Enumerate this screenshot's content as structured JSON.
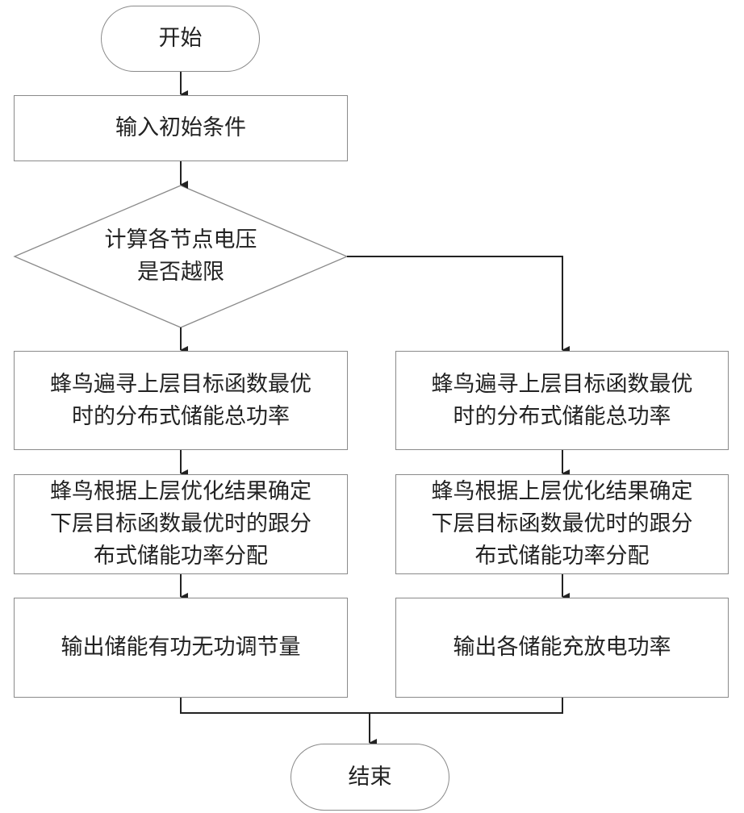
{
  "flowchart": {
    "start": {
      "label": "开始"
    },
    "input": {
      "label": "输入初始条件"
    },
    "decision": {
      "lines": [
        "计算各节点电压",
        "是否越限"
      ]
    },
    "left_branch": {
      "step1": {
        "lines": [
          "蜂鸟遍寻上层目标函数最优",
          "时的分布式储能总功率"
        ]
      },
      "step2": {
        "lines": [
          "蜂鸟根据上层优化结果确定",
          "下层目标函数最优时的跟分",
          "布式储能功率分配"
        ]
      },
      "step3": {
        "lines": [
          "输出储能有功无功调节量"
        ]
      }
    },
    "right_branch": {
      "step1": {
        "lines": [
          "蜂鸟遍寻上层目标函数最优",
          "时的分布式储能总功率"
        ]
      },
      "step2": {
        "lines": [
          "蜂鸟根据上层优化结果确定",
          "下层目标函数最优时的跟分",
          "布式储能功率分配"
        ]
      },
      "step3": {
        "lines": [
          "输出各储能充放电功率"
        ]
      }
    },
    "end": {
      "label": "结束"
    }
  },
  "colors": {
    "stroke": "#8a8a8a",
    "arrow": "#222222",
    "text": "#222222"
  }
}
